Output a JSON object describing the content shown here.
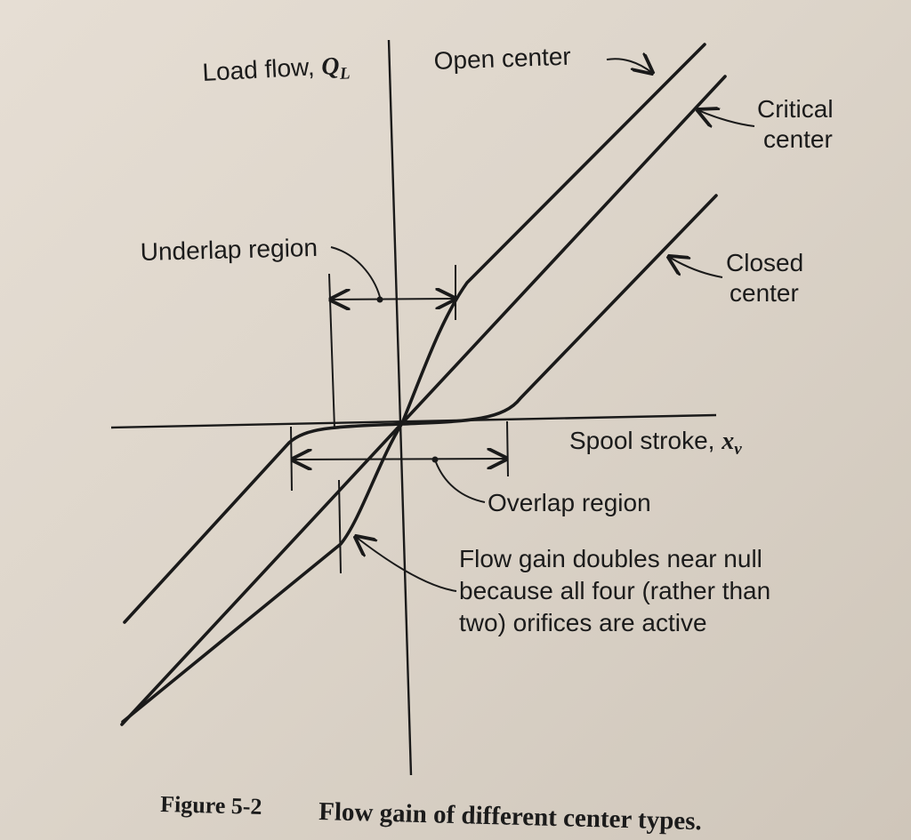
{
  "figure": {
    "y_axis_label_text": "Load flow, ",
    "y_axis_symbol": "Q",
    "y_axis_subscript": "L",
    "x_axis_label_text": "Spool stroke, ",
    "x_axis_symbol": "x",
    "x_axis_subscript": "v",
    "open_center_label": "Open center",
    "critical_center_line1": "Critical",
    "critical_center_line2": "center",
    "closed_center_line1": "Closed",
    "closed_center_line2": "center",
    "underlap_label": "Underlap region",
    "overlap_label": "Overlap region",
    "note_line1": "Flow gain doubles near null",
    "note_line2": "because all four (rather than",
    "note_line3": "two) orifices are active"
  },
  "caption": {
    "number": "Figure 5-2",
    "text": "Flow gain of different center types."
  },
  "colors": {
    "ink": "#1a1a1a",
    "paper": "#e2dad0"
  }
}
